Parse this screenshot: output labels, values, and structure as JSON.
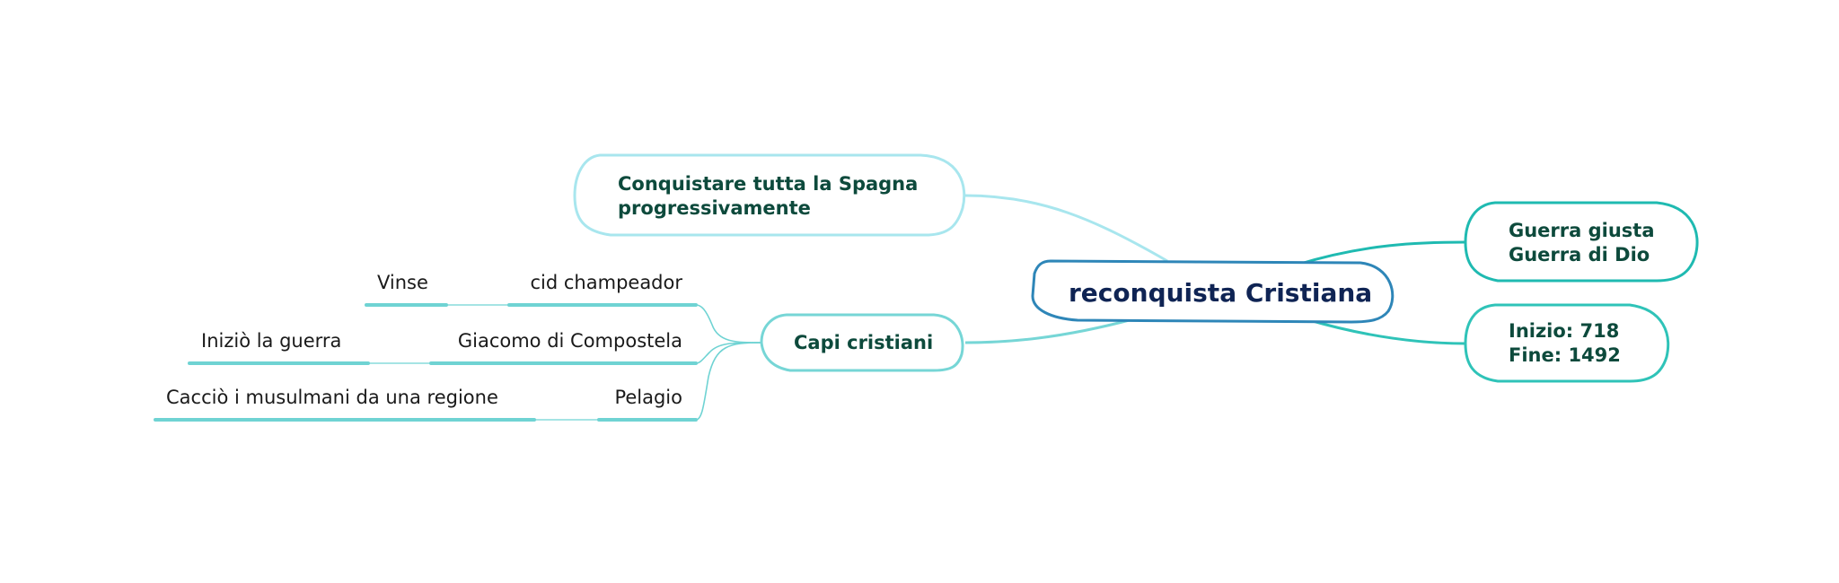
{
  "map": {
    "center": {
      "label": "reconquista Cristiana"
    },
    "topics": {
      "goal": {
        "lines": [
          "Conquistare tutta la Spagna",
          "progressivamente"
        ]
      },
      "leaders": {
        "label": "Capi cristiani"
      },
      "war_type": {
        "lines": [
          "Guerra giusta",
          "Guerra di Dio"
        ]
      },
      "dates": {
        "lines": [
          "Inizio: 718",
          "Fine: 1492"
        ]
      }
    },
    "leaders_children": [
      {
        "name": "cid champeador",
        "detail": "Vinse"
      },
      {
        "name": "Giacomo di Compostela",
        "detail": "Iniziò la guerra"
      },
      {
        "name": "Pelagio",
        "detail": "Cacciò i musulmani da una regione"
      }
    ]
  },
  "colors": {
    "center_border": "#2e86b8",
    "goal_border": "#a8e6ee",
    "leaders_border": "#76d6d6",
    "war_border": "#1fbab1",
    "leaf_underline": "#6fd3d3"
  }
}
